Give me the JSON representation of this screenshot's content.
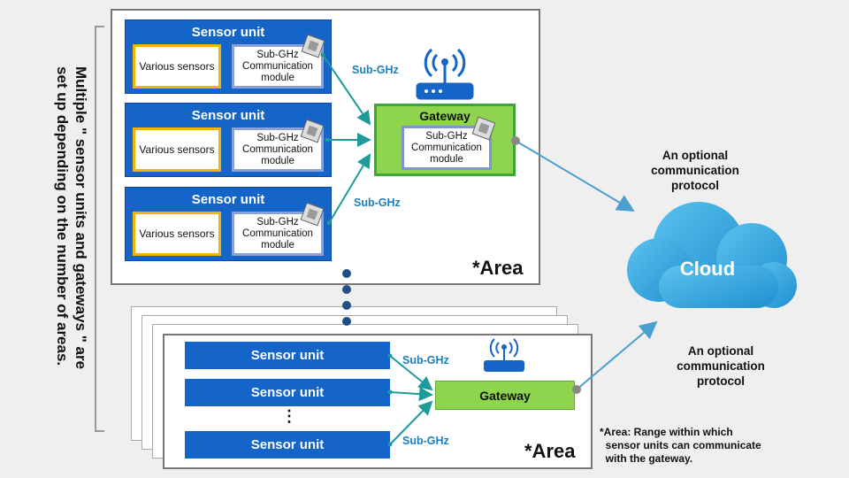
{
  "side_text": {
    "line1": "Multiple \" sensor units and gateways \" are",
    "line2": "set up depending on the number of areas."
  },
  "area_top": {
    "area_label": "*Area",
    "units": [
      {
        "title": "Sensor unit",
        "sensors": "Various sensors",
        "module": "Sub-GHz\nCommunication\nmodule"
      },
      {
        "title": "Sensor unit",
        "sensors": "Various sensors",
        "module": "Sub-GHz\nCommunication\nmodule"
      },
      {
        "title": "Sensor unit",
        "sensors": "Various sensors",
        "module": "Sub-GHz\nCommunication\nmodule"
      }
    ],
    "subghz_labels": [
      "Sub-GHz",
      "Sub-GHz"
    ],
    "gateway": {
      "title": "Gateway",
      "module": "Sub-GHz\nCommunication\nmodule"
    }
  },
  "area_bottom": {
    "area_label": "*Area",
    "units": [
      "Sensor unit",
      "Sensor unit",
      "Sensor unit"
    ],
    "ellipsis": "⋮",
    "subghz_labels": [
      "Sub-GHz",
      "Sub-GHz"
    ],
    "gateway": "Gateway"
  },
  "cloud": {
    "label": "Cloud"
  },
  "protocol_labels": [
    "An optional\ncommunication\nprotocol",
    "An optional\ncommunication\nprotocol"
  ],
  "footnote": "*Area: Range within which\n  sensor units can communicate\n  with the gateway."
}
